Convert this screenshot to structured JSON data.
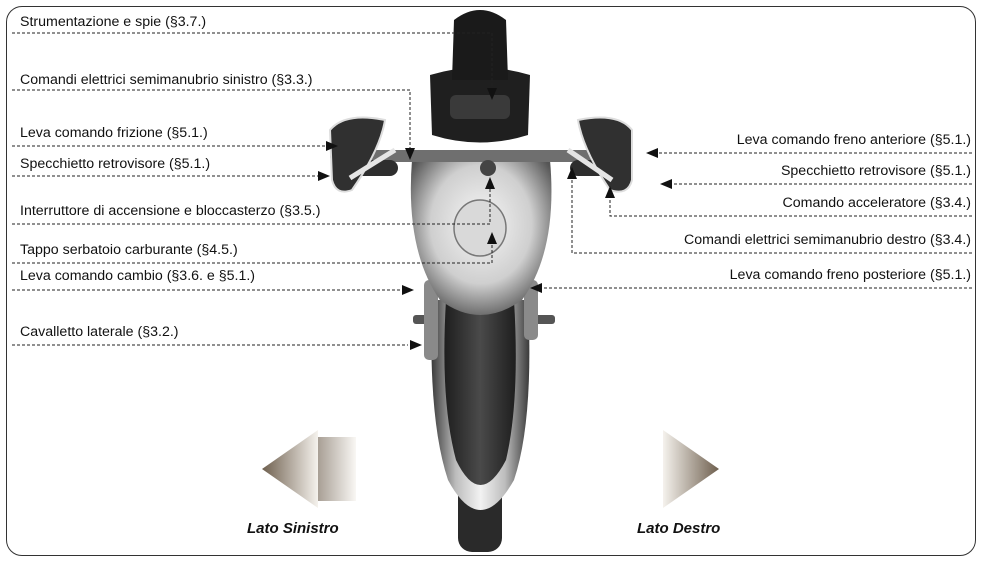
{
  "left_labels": [
    "Strumentazione e spie (§3.7.)",
    "Comandi elettrici semimanubrio sinistro (§3.3.)",
    "Leva comando frizione (§5.1.)",
    "Specchietto retrovisore (§5.1.)",
    "Interruttore di accensione e bloccasterzo (§3.5.)",
    "Tappo serbatoio carburante (§4.5.)",
    "Leva comando cambio (§3.6. e §5.1.)",
    "Cavalletto laterale (§3.2.)"
  ],
  "right_labels": [
    "Leva comando freno anteriore (§5.1.)",
    "Specchietto retrovisore (§5.1.)",
    "Comando acceleratore (§3.4.)",
    "Comandi elettrici semimanubrio destro (§3.4.)",
    "Leva comando freno posteriore (§5.1.)"
  ],
  "sides": {
    "left": "Lato Sinistro",
    "right": "Lato Destro"
  },
  "colors": {
    "line": "#222222",
    "arrow_left_dark": "#7a6a57",
    "arrow_left_light": "#f4f1ec",
    "bike_dark": "#2b2b2b",
    "bike_mid": "#8c8c8c",
    "bike_light": "#e6e6e6"
  }
}
